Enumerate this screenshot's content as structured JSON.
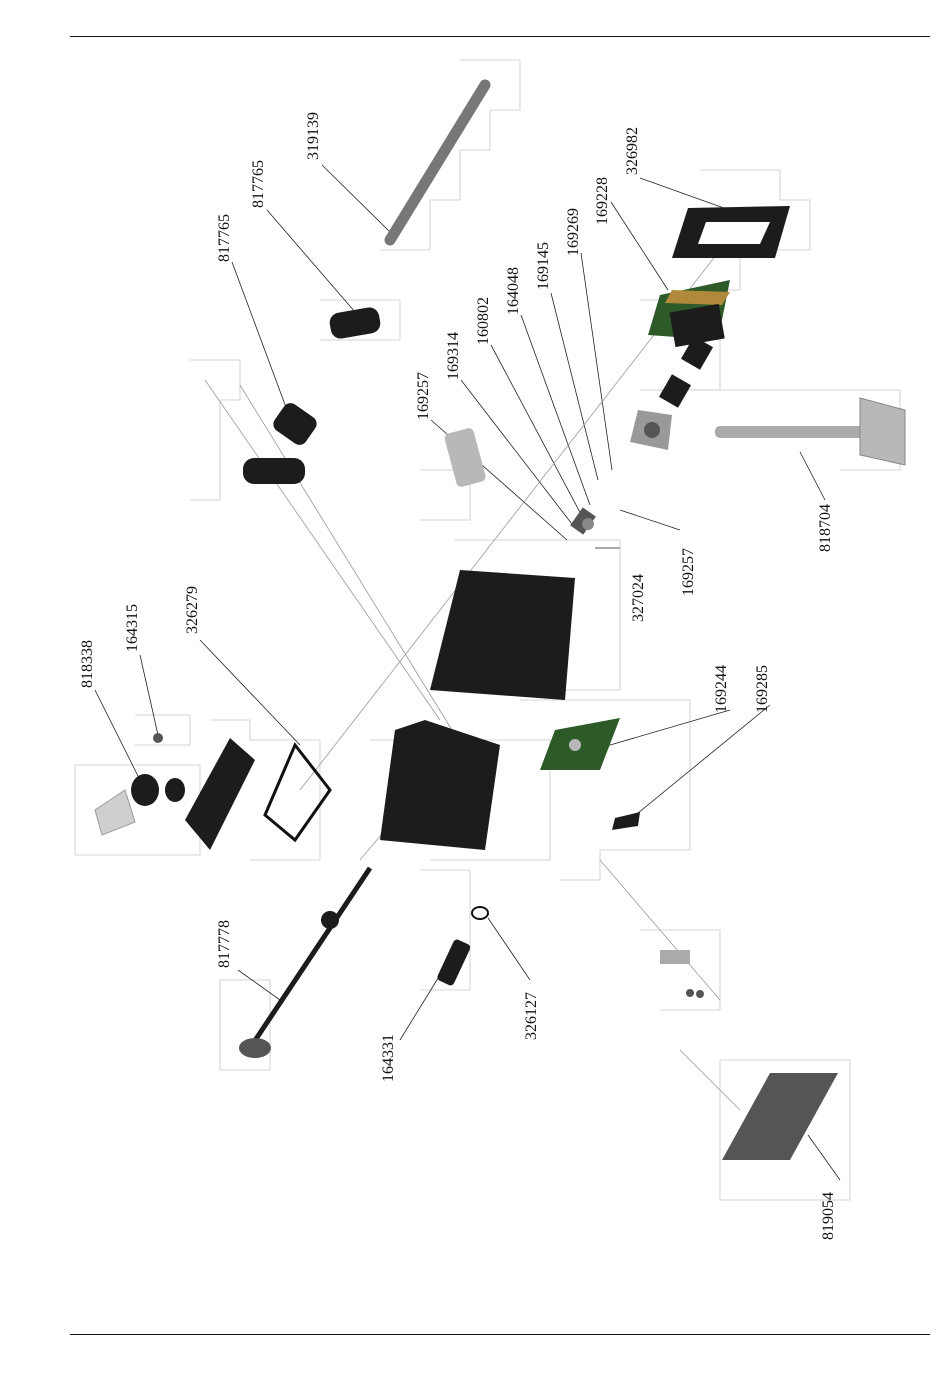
{
  "document": {
    "type": "exploded parts diagram"
  },
  "parts": [
    {
      "id": "p-319139",
      "number": "319139"
    },
    {
      "id": "p-817765-a",
      "number": "817765"
    },
    {
      "id": "p-817765-b",
      "number": "817765"
    },
    {
      "id": "p-326982",
      "number": "326982"
    },
    {
      "id": "p-169228",
      "number": "169228"
    },
    {
      "id": "p-169269",
      "number": "169269"
    },
    {
      "id": "p-169145",
      "number": "169145"
    },
    {
      "id": "p-164048",
      "number": "164048"
    },
    {
      "id": "p-160802",
      "number": "160802"
    },
    {
      "id": "p-169314",
      "number": "169314"
    },
    {
      "id": "p-169257-a",
      "number": "169257"
    },
    {
      "id": "p-818338",
      "number": "818338"
    },
    {
      "id": "p-164315",
      "number": "164315"
    },
    {
      "id": "p-326279",
      "number": "326279"
    },
    {
      "id": "p-169244",
      "number": "169244"
    },
    {
      "id": "p-169285",
      "number": "169285"
    },
    {
      "id": "p-327024",
      "number": "327024"
    },
    {
      "id": "p-169257-b",
      "number": "169257"
    },
    {
      "id": "p-818704",
      "number": "818704"
    },
    {
      "id": "p-817778",
      "number": "817778"
    },
    {
      "id": "p-164331",
      "number": "164331"
    },
    {
      "id": "p-326127",
      "number": "326127"
    },
    {
      "id": "p-819054",
      "number": "819054"
    }
  ],
  "colors": {
    "ink": "#111111",
    "part_dark": "#1c1c1c",
    "part_mid": "#555555",
    "part_light": "#b8b8b8",
    "pcb_green": "#2e5a2a",
    "connector_gold": "#b08a3a"
  }
}
